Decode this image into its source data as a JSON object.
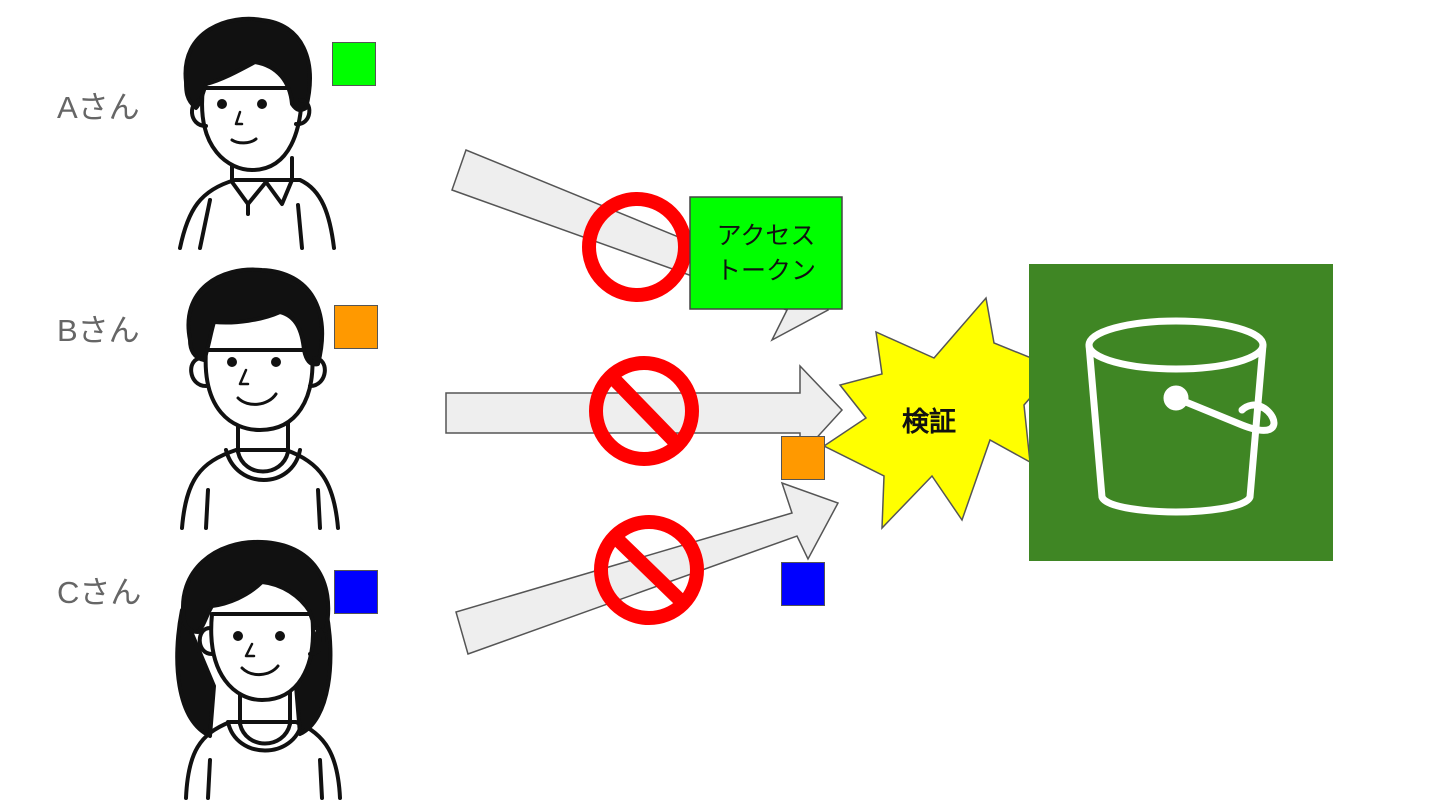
{
  "people": [
    {
      "label": "Aさん",
      "token_color": "#00ff00"
    },
    {
      "label": "Bさん",
      "token_color": "#ff9900"
    },
    {
      "label": "Cさん",
      "token_color": "#0000ff"
    }
  ],
  "access_token": {
    "line1": "アクセス",
    "line2": "トークン",
    "color": "#00ff00"
  },
  "verify": {
    "label": "検証",
    "color": "#ffff00"
  },
  "bucket": {
    "icon": "s3-bucket-icon",
    "background": "#3f8624",
    "stroke": "#ffffff"
  },
  "colors": {
    "arrow_fill": "#eeeeee",
    "arrow_stroke": "#555555",
    "prohibited": "#ff0000"
  },
  "icons": [
    "person-icon",
    "prohibited-icon",
    "explosion-burst-icon",
    "s3-bucket-icon"
  ]
}
